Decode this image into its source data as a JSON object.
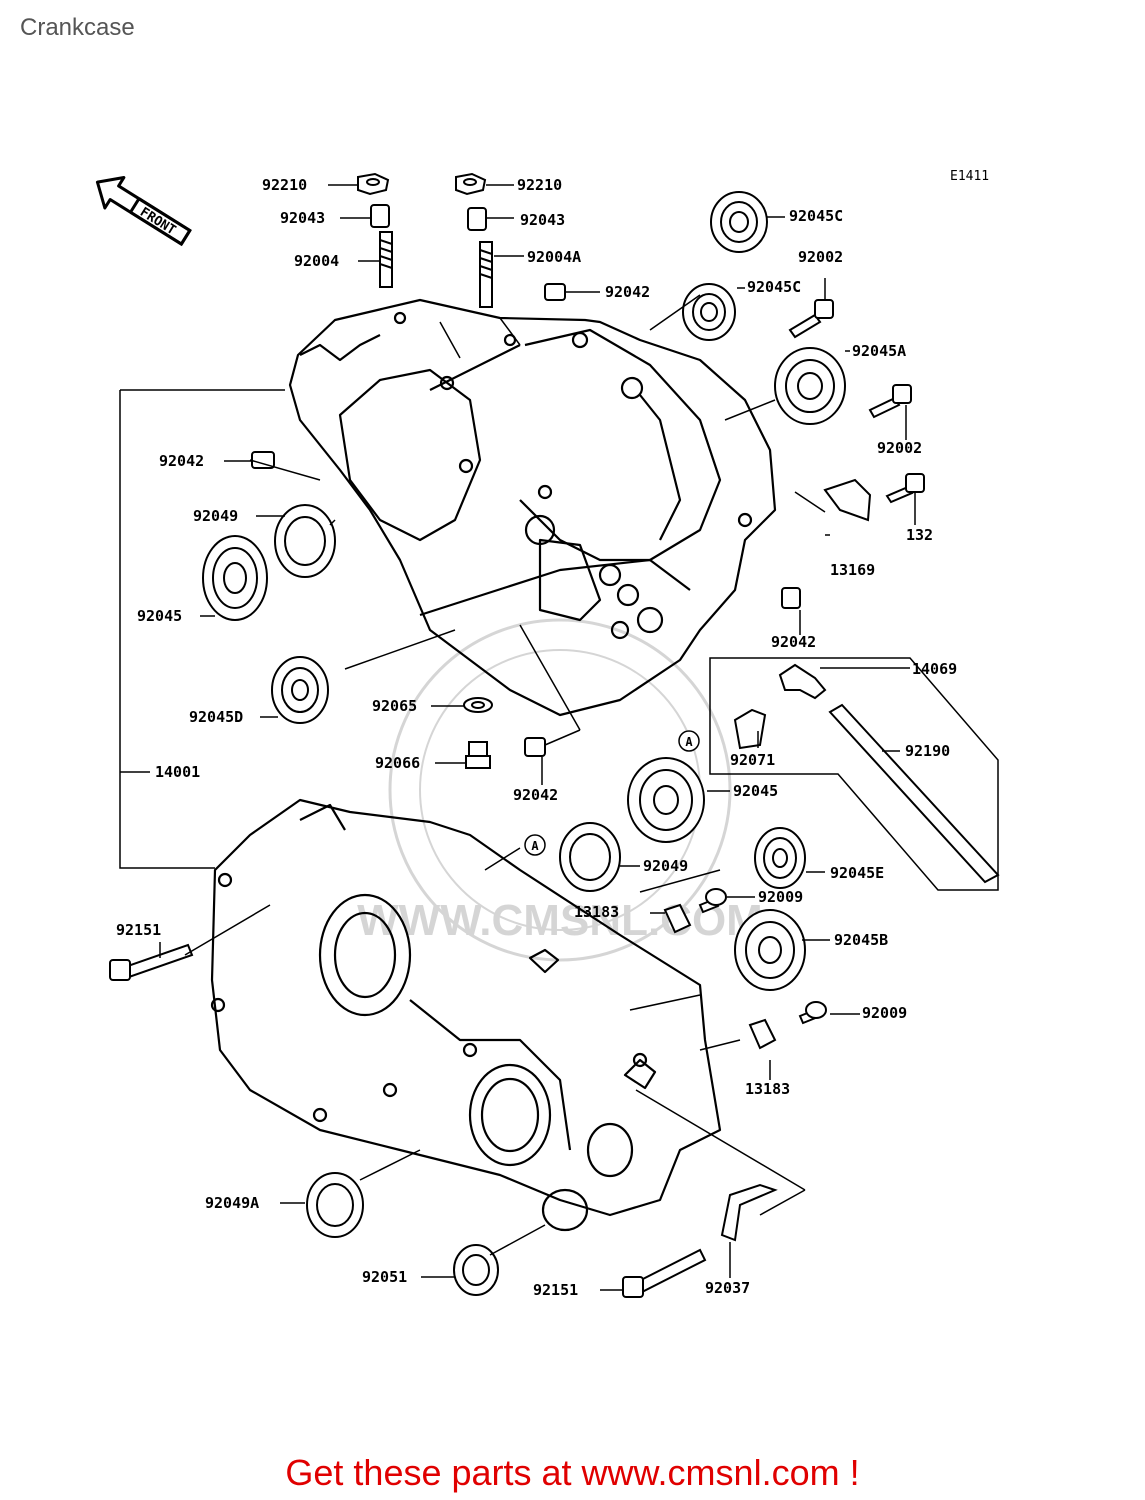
{
  "page": {
    "title": "Crankcase",
    "footer": "Get these parts at www.cmsnl.com !"
  },
  "diagram": {
    "code": "E1411",
    "front_label": "FRONT",
    "ref_marker": "A",
    "watermark": "WWW.CMSNL.COM",
    "part_labels": [
      "92210",
      "92043",
      "92004",
      "92210",
      "92043",
      "92004A",
      "92042",
      "92045C",
      "92045C",
      "92002",
      "92045A",
      "92002",
      "132",
      "13169",
      "92042",
      "92049",
      "92045",
      "92042",
      "92045D",
      "92065",
      "92066",
      "92042",
      "14069",
      "92071",
      "92190",
      "92045",
      "92049",
      "92045E",
      "92009",
      "13183",
      "92045B",
      "92009",
      "13183",
      "14001",
      "92151",
      "92049A",
      "92051",
      "92151",
      "92037"
    ]
  },
  "colors": {
    "footer": "#e00000",
    "title": "#555555",
    "ink": "#000000"
  }
}
